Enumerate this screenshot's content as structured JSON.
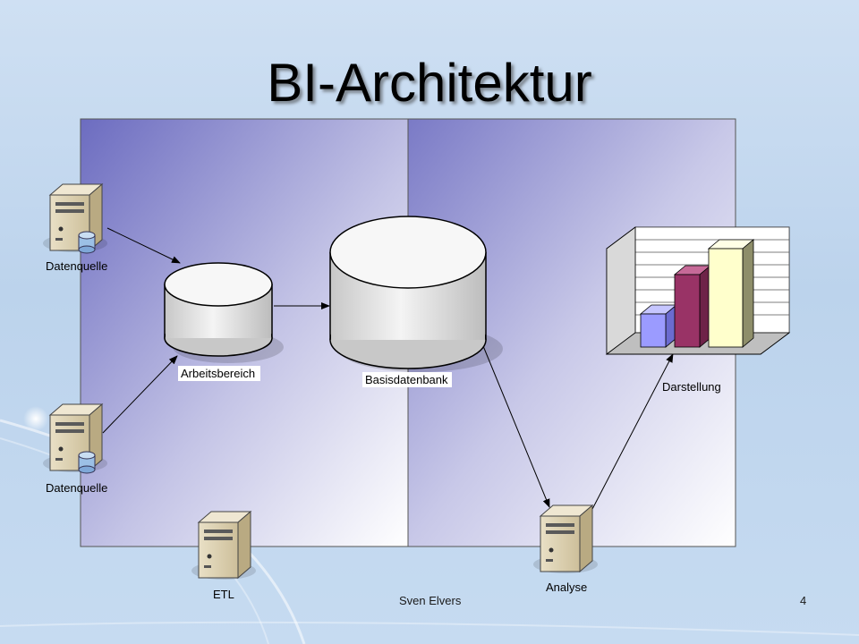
{
  "slide": {
    "title": "BI-Architektur",
    "author": "Sven Elvers",
    "page_number": "4"
  },
  "diagram": {
    "labels": {
      "source_top": "Datenquelle",
      "source_bottom": "Datenquelle",
      "staging": "Arbeitsbereich",
      "core_db": "Basisdatenbank",
      "presentation": "Darstellung",
      "etl": "ETL",
      "analysis": "Analyse"
    },
    "icons": {
      "server": "server-icon",
      "database": "database-icon",
      "chart": "bar-chart-icon"
    },
    "colors": {
      "panel_accent": "#6c6cc0",
      "bar_1": "#9b9bff",
      "bar_2": "#993366",
      "bar_3": "#ffffcc"
    }
  }
}
